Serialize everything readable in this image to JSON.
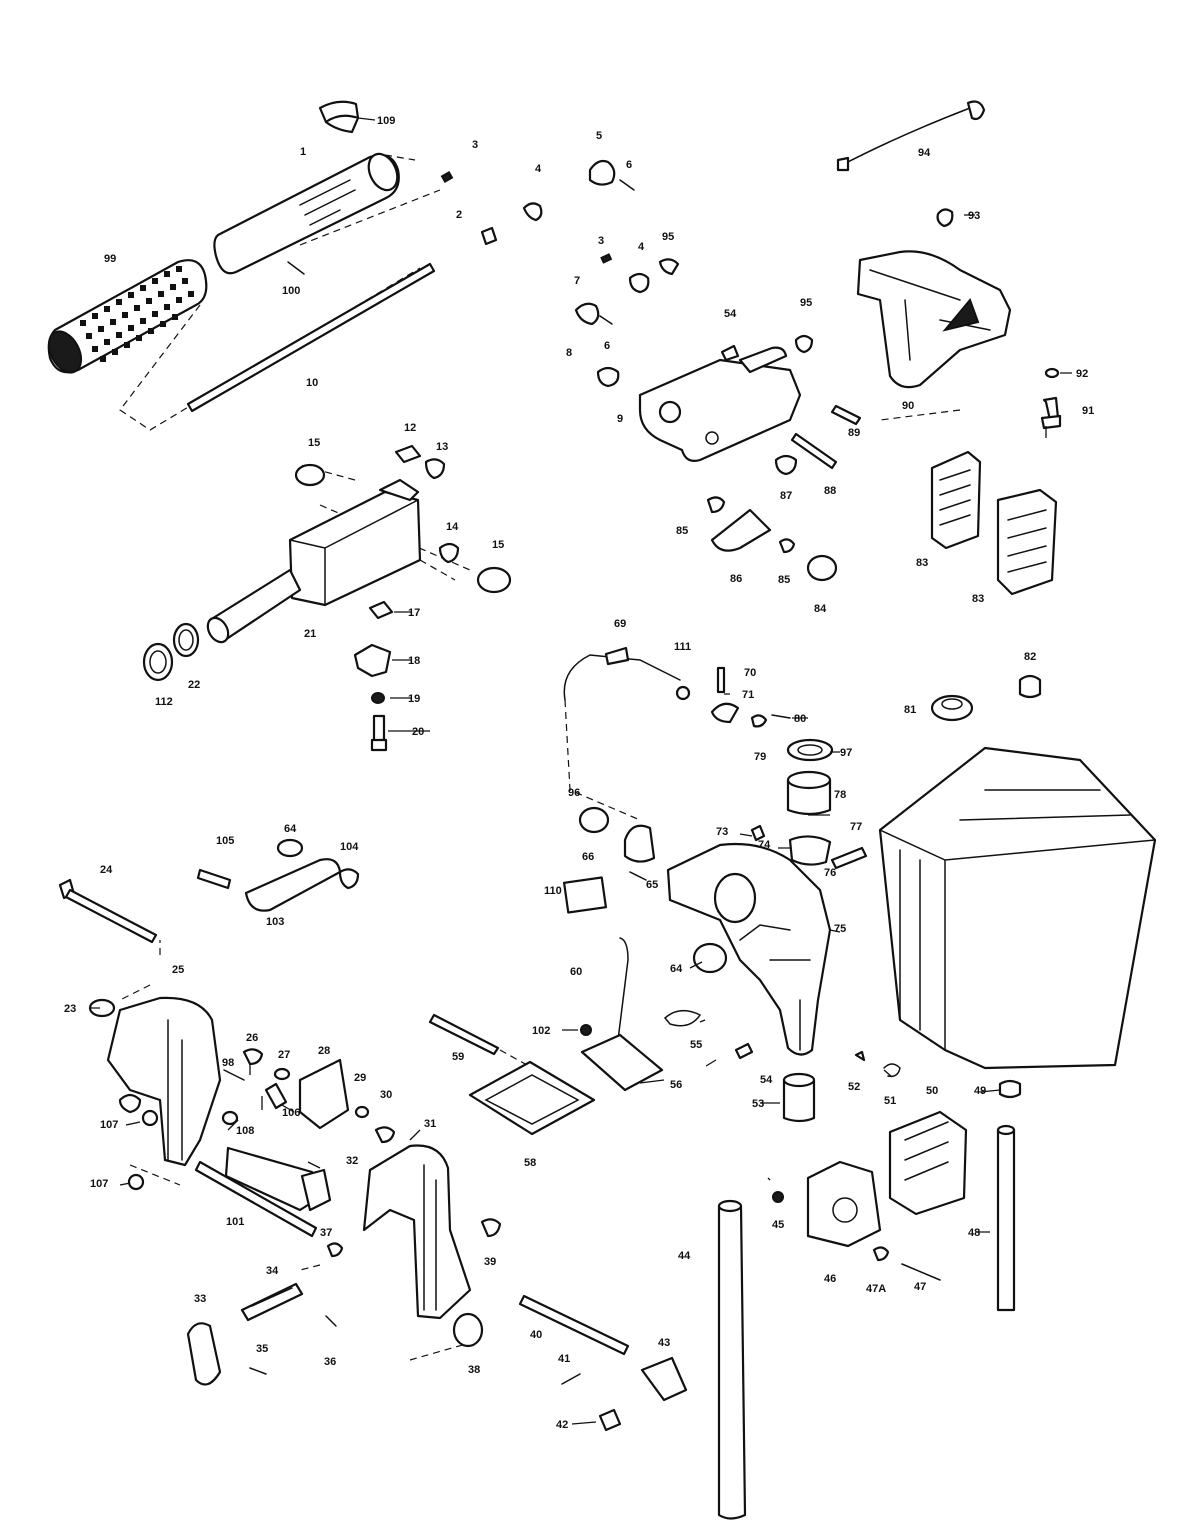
{
  "diagram": {
    "callouts": [
      {
        "id": "c109",
        "text": "109"
      },
      {
        "id": "c1",
        "text": "1"
      },
      {
        "id": "c2",
        "text": "2"
      },
      {
        "id": "c3a",
        "text": "3"
      },
      {
        "id": "c4a",
        "text": "4"
      },
      {
        "id": "c5",
        "text": "5"
      },
      {
        "id": "c6a",
        "text": "6"
      },
      {
        "id": "c94",
        "text": "94"
      },
      {
        "id": "c93",
        "text": "93"
      },
      {
        "id": "c99",
        "text": "99"
      },
      {
        "id": "c100",
        "text": "100"
      },
      {
        "id": "c10",
        "text": "10"
      },
      {
        "id": "c3b",
        "text": "3"
      },
      {
        "id": "c4b",
        "text": "4"
      },
      {
        "id": "c95a",
        "text": "95"
      },
      {
        "id": "c7",
        "text": "7"
      },
      {
        "id": "c6b",
        "text": "6"
      },
      {
        "id": "c54a",
        "text": "54"
      },
      {
        "id": "c95b",
        "text": "95"
      },
      {
        "id": "c8",
        "text": "8"
      },
      {
        "id": "c9",
        "text": "9"
      },
      {
        "id": "c92",
        "text": "92"
      },
      {
        "id": "c91",
        "text": "91"
      },
      {
        "id": "c90",
        "text": "90"
      },
      {
        "id": "c89",
        "text": "89"
      },
      {
        "id": "c88",
        "text": "88"
      },
      {
        "id": "c87",
        "text": "87"
      },
      {
        "id": "c12",
        "text": "12"
      },
      {
        "id": "c13",
        "text": "13"
      },
      {
        "id": "c15a",
        "text": "15"
      },
      {
        "id": "c14",
        "text": "14"
      },
      {
        "id": "c15b",
        "text": "15"
      },
      {
        "id": "c21",
        "text": "21"
      },
      {
        "id": "c17",
        "text": "17"
      },
      {
        "id": "c85a",
        "text": "85"
      },
      {
        "id": "c86",
        "text": "86"
      },
      {
        "id": "c85b",
        "text": "85"
      },
      {
        "id": "c84",
        "text": "84"
      },
      {
        "id": "c83a",
        "text": "83"
      },
      {
        "id": "c83b",
        "text": "83"
      },
      {
        "id": "c112",
        "text": "112"
      },
      {
        "id": "c22",
        "text": "22"
      },
      {
        "id": "c18",
        "text": "18"
      },
      {
        "id": "c19",
        "text": "19"
      },
      {
        "id": "c20",
        "text": "20"
      },
      {
        "id": "c69",
        "text": "69"
      },
      {
        "id": "c111",
        "text": "111"
      },
      {
        "id": "c70",
        "text": "70"
      },
      {
        "id": "c71",
        "text": "71"
      },
      {
        "id": "c80",
        "text": "80"
      },
      {
        "id": "c79",
        "text": "79"
      },
      {
        "id": "c82",
        "text": "82"
      },
      {
        "id": "c81",
        "text": "81"
      },
      {
        "id": "c97",
        "text": "97"
      },
      {
        "id": "c78",
        "text": "78"
      },
      {
        "id": "c73",
        "text": "73"
      },
      {
        "id": "c74",
        "text": "74"
      },
      {
        "id": "c76",
        "text": "76"
      },
      {
        "id": "c77",
        "text": "77"
      },
      {
        "id": "c96",
        "text": "96"
      },
      {
        "id": "c66",
        "text": "66"
      },
      {
        "id": "c65",
        "text": "65"
      },
      {
        "id": "c110",
        "text": "110"
      },
      {
        "id": "c75",
        "text": "75"
      },
      {
        "id": "c64b",
        "text": "64"
      },
      {
        "id": "c60",
        "text": "60"
      },
      {
        "id": "c55",
        "text": "55"
      },
      {
        "id": "c102",
        "text": "102"
      },
      {
        "id": "c56",
        "text": "56"
      },
      {
        "id": "c54b",
        "text": "54"
      },
      {
        "id": "c52",
        "text": "52"
      },
      {
        "id": "c51",
        "text": "51"
      },
      {
        "id": "c50",
        "text": "50"
      },
      {
        "id": "c49",
        "text": "49"
      },
      {
        "id": "c53",
        "text": "53"
      },
      {
        "id": "c59",
        "text": "59"
      },
      {
        "id": "c58",
        "text": "58"
      },
      {
        "id": "c64a",
        "text": "64"
      },
      {
        "id": "c105",
        "text": "105"
      },
      {
        "id": "c104",
        "text": "104"
      },
      {
        "id": "c103",
        "text": "103"
      },
      {
        "id": "c24",
        "text": "24"
      },
      {
        "id": "c25",
        "text": "25"
      },
      {
        "id": "c23",
        "text": "23"
      },
      {
        "id": "c26",
        "text": "26"
      },
      {
        "id": "c98",
        "text": "98"
      },
      {
        "id": "c27",
        "text": "27"
      },
      {
        "id": "c28",
        "text": "28"
      },
      {
        "id": "c29",
        "text": "29"
      },
      {
        "id": "c30",
        "text": "30"
      },
      {
        "id": "c106",
        "text": "106"
      },
      {
        "id": "c108",
        "text": "108"
      },
      {
        "id": "c107a",
        "text": "107"
      },
      {
        "id": "c31",
        "text": "31"
      },
      {
        "id": "c32",
        "text": "32"
      },
      {
        "id": "c107b",
        "text": "107"
      },
      {
        "id": "c101",
        "text": "101"
      },
      {
        "id": "c37",
        "text": "37"
      },
      {
        "id": "c39",
        "text": "39"
      },
      {
        "id": "c45",
        "text": "45"
      },
      {
        "id": "c44",
        "text": "44"
      },
      {
        "id": "c46",
        "text": "46"
      },
      {
        "id": "c47a",
        "text": "47A"
      },
      {
        "id": "c47",
        "text": "47"
      },
      {
        "id": "c48",
        "text": "48"
      },
      {
        "id": "c34",
        "text": "34"
      },
      {
        "id": "c33",
        "text": "33"
      },
      {
        "id": "c35",
        "text": "35"
      },
      {
        "id": "c36",
        "text": "36"
      },
      {
        "id": "c38",
        "text": "38"
      },
      {
        "id": "c40",
        "text": "40"
      },
      {
        "id": "c41",
        "text": "41"
      },
      {
        "id": "c43",
        "text": "43"
      },
      {
        "id": "c42",
        "text": "42"
      }
    ]
  }
}
